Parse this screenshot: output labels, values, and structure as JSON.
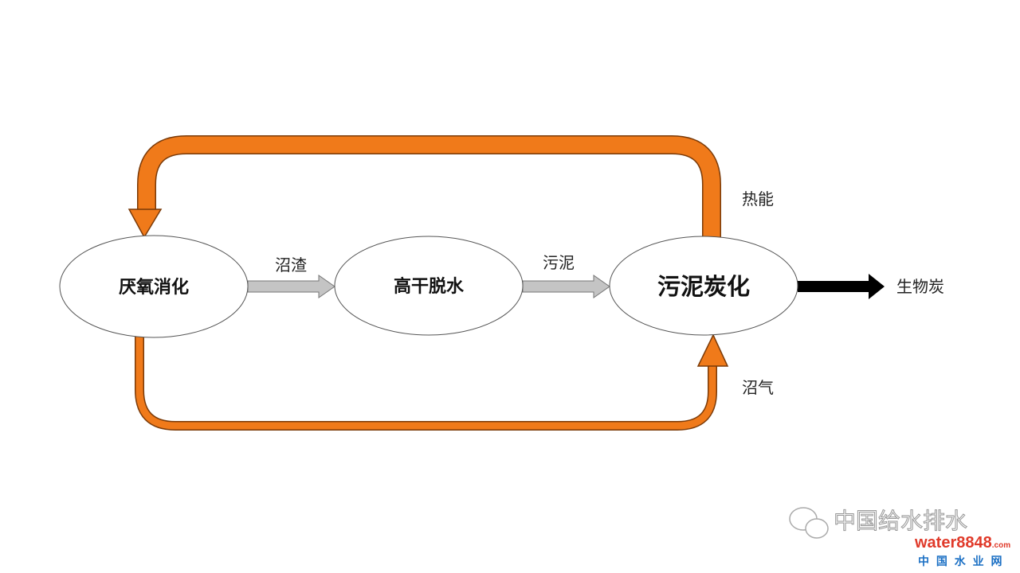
{
  "nodes": [
    {
      "label": "厌氧消化"
    },
    {
      "label": "高干脱水"
    },
    {
      "label": "污泥炭化"
    }
  ],
  "edges": {
    "digestate": "沼渣",
    "sludge": "污泥",
    "heat": "热能",
    "biogas": "沼气",
    "biochar": "生物炭"
  },
  "watermark": {
    "wechat": "中国给水排水",
    "brand": "water8848",
    "brand_suffix": ".com",
    "brand_cn": "中 国 水 业 网"
  },
  "colors": {
    "orange": "#F07A1A",
    "gray": "#BDBDBD",
    "black": "#000000"
  }
}
